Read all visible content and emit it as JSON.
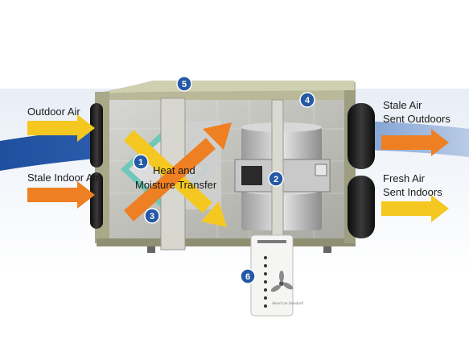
{
  "labels": {
    "outdoor_air": "Outdoor Air",
    "stale_indoor_air": "Stale Indoor Air",
    "stale_air_sent_outdoors_line1": "Stale Air",
    "stale_air_sent_outdoors_line2": "Sent Outdoors",
    "fresh_air_sent_indoors_line1": "Fresh Air",
    "fresh_air_sent_indoors_line2": "Sent Indoors",
    "heat_moisture_line1": "Heat and",
    "heat_moisture_line2": "Moisture Transfer"
  },
  "badges": [
    "1",
    "2",
    "3",
    "4",
    "5",
    "6"
  ],
  "remote": {
    "brand": "American Standard"
  },
  "colors": {
    "band_blue": "#2f62b0",
    "arrow_yellow": "#f4c820",
    "arrow_orange": "#ee7f22",
    "housing": "#a9a98a",
    "badge": "#2559a6",
    "core_teal": "#6fc8b8"
  }
}
